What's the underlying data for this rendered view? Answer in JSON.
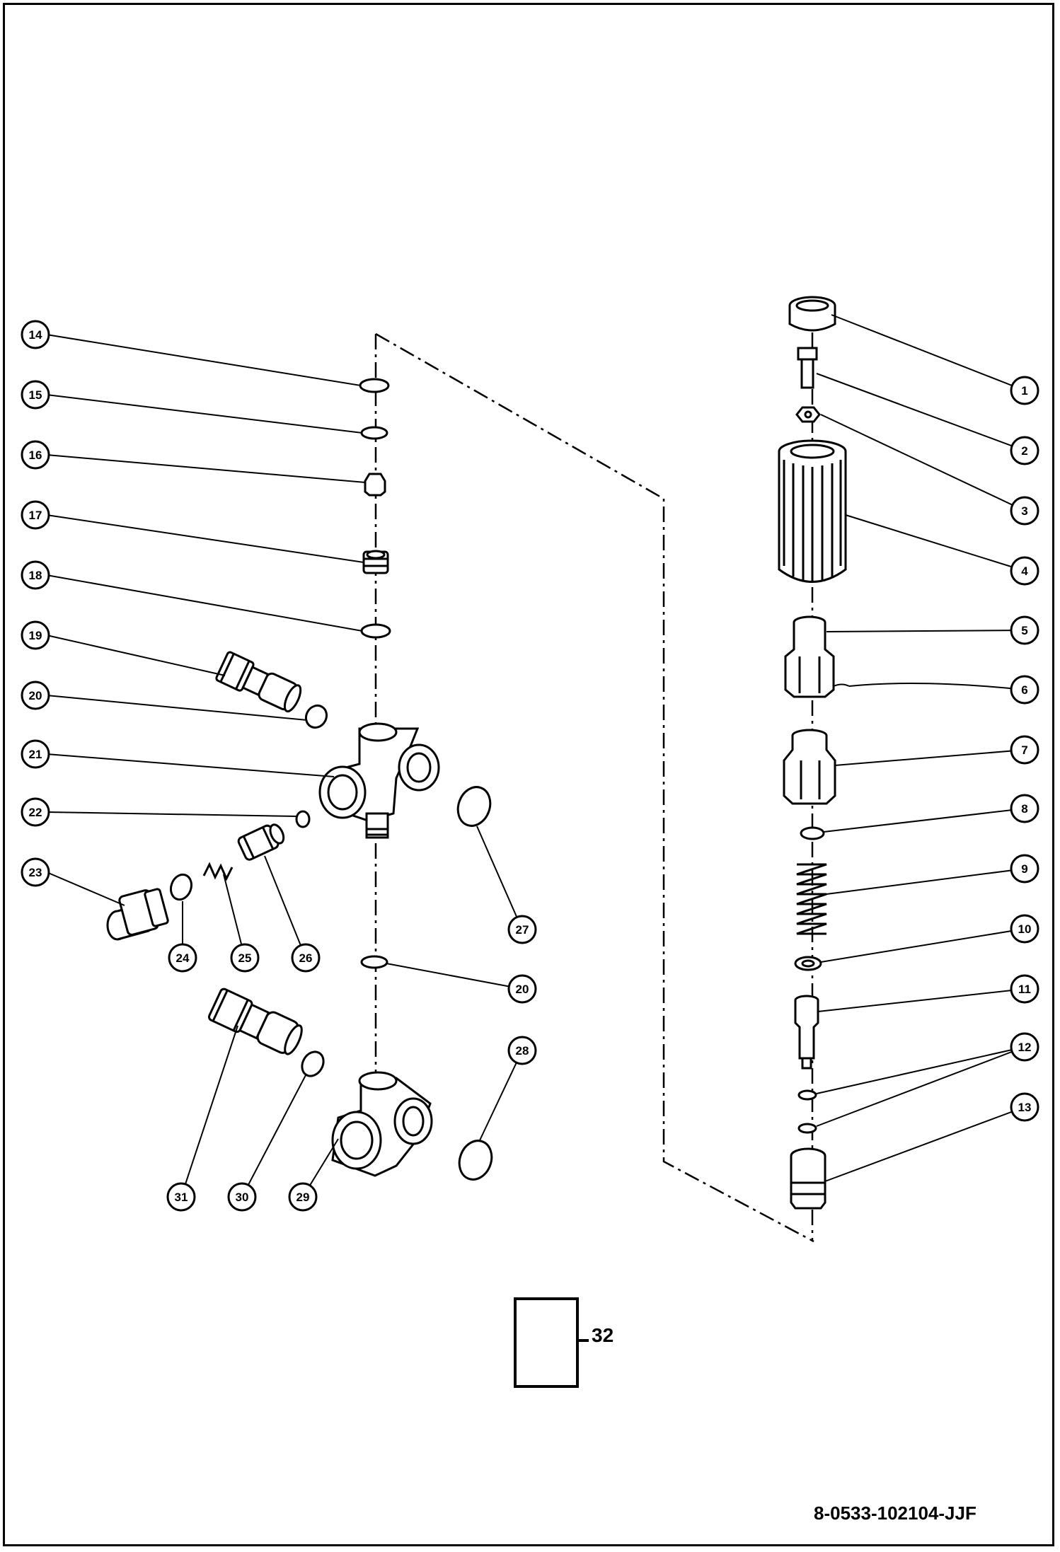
{
  "diagram": {
    "drawing_number": "8-0533-102104-JJF",
    "kit_reference": "32",
    "callouts": [
      {
        "id": "c1",
        "label": "1"
      },
      {
        "id": "c2",
        "label": "2"
      },
      {
        "id": "c3",
        "label": "3"
      },
      {
        "id": "c4",
        "label": "4"
      },
      {
        "id": "c5",
        "label": "5"
      },
      {
        "id": "c6",
        "label": "6"
      },
      {
        "id": "c7",
        "label": "7"
      },
      {
        "id": "c8",
        "label": "8"
      },
      {
        "id": "c9",
        "label": "9"
      },
      {
        "id": "c10",
        "label": "10"
      },
      {
        "id": "c11",
        "label": "11"
      },
      {
        "id": "c12",
        "label": "12"
      },
      {
        "id": "c13",
        "label": "13"
      },
      {
        "id": "c14",
        "label": "14"
      },
      {
        "id": "c15",
        "label": "15"
      },
      {
        "id": "c16",
        "label": "16"
      },
      {
        "id": "c17",
        "label": "17"
      },
      {
        "id": "c18",
        "label": "18"
      },
      {
        "id": "c19",
        "label": "19"
      },
      {
        "id": "c20a",
        "label": "20"
      },
      {
        "id": "c21",
        "label": "21"
      },
      {
        "id": "c22",
        "label": "22"
      },
      {
        "id": "c23",
        "label": "23"
      },
      {
        "id": "c24",
        "label": "24"
      },
      {
        "id": "c25",
        "label": "25"
      },
      {
        "id": "c26",
        "label": "26"
      },
      {
        "id": "c27",
        "label": "27"
      },
      {
        "id": "c20b",
        "label": "20"
      },
      {
        "id": "c28",
        "label": "28"
      },
      {
        "id": "c29",
        "label": "29"
      },
      {
        "id": "c30",
        "label": "30"
      },
      {
        "id": "c31",
        "label": "31"
      }
    ]
  }
}
